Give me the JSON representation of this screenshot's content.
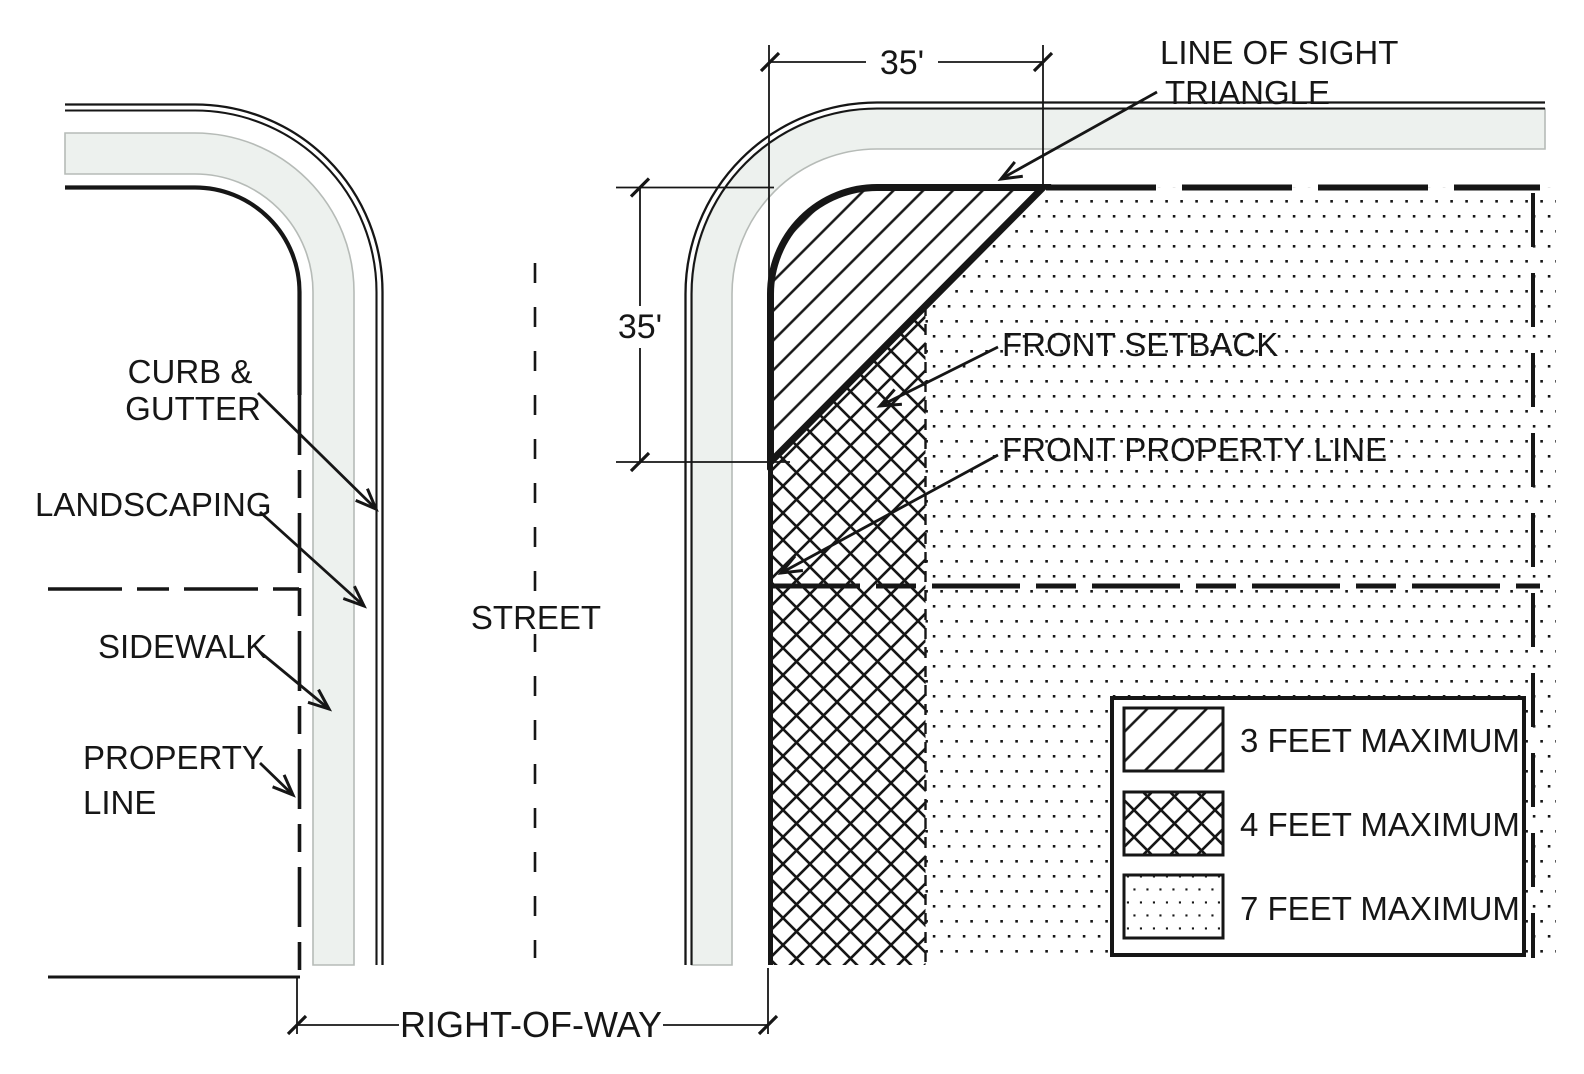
{
  "drawing": {
    "labels": {
      "curb_gutter_1": "CURB &",
      "curb_gutter_2": "GUTTER",
      "landscaping": "LANDSCAPING",
      "sidewalk": "SIDEWALK",
      "property_line_1": "PROPERTY",
      "property_line_2": "LINE",
      "street": "STREET",
      "right_of_way": "RIGHT-OF-WAY",
      "line_of_sight_1": "LINE OF SIGHT",
      "line_of_sight_2": "TRIANGLE",
      "front_setback": "FRONT SETBACK",
      "front_property_line": "FRONT PROPERTY LINE"
    },
    "dimensions": {
      "corner_width": "35'",
      "corner_height": "35'"
    },
    "legend": {
      "items": [
        {
          "pattern": "diagonal-hatch",
          "label": "3 FEET MAXIMUM"
        },
        {
          "pattern": "cross-hatch",
          "label": "4 FEET MAXIMUM"
        },
        {
          "pattern": "dots",
          "label": "7 FEET MAXIMUM"
        }
      ]
    },
    "colors": {
      "ink": "#161616",
      "sidewalk_fill": "#edf1ee",
      "sidewalk_edge": "#b6bbb7",
      "background": "#ffffff"
    }
  }
}
